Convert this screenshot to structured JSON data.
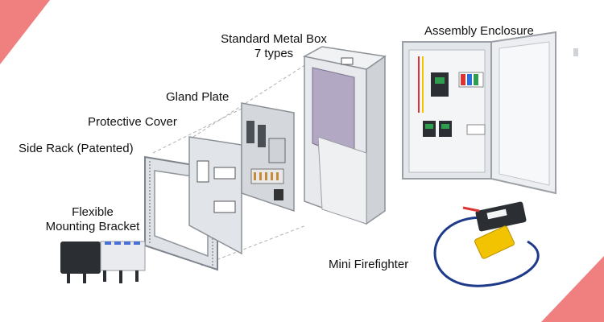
{
  "labels": {
    "standard_metal_box_line1": "Standard Metal Box",
    "standard_metal_box_line2": "7 types",
    "assembly_enclosure": "Assembly Enclosure",
    "gland_plate": "Gland Plate",
    "protective_cover": "Protective Cover",
    "side_rack": "Side Rack (Patented)",
    "flexible_line1": "Flexible",
    "flexible_line2": "Mounting Bracket",
    "mini_firefighter": "Mini Firefighter"
  },
  "colors": {
    "corner_accent": "#f08080",
    "metal_light": "#e9ebee",
    "metal_mid": "#c9cdd2",
    "metal_dark": "#9aa0a6",
    "inner_purple": "#b3a8c4",
    "breaker_green": "#2e9e4e",
    "firefighter_cable": "#1d3a8a",
    "firefighter_yellow": "#f2c300"
  }
}
